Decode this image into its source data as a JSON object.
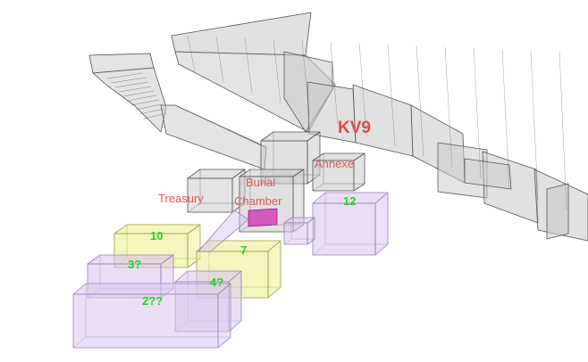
{
  "diagram": {
    "title": "KV9",
    "rooms": {
      "annexe": "Annexe",
      "treasury": "Treasury",
      "burial_chamber_line1": "Burial",
      "burial_chamber_line2": "Chamber"
    },
    "chambers": {
      "c12": "12",
      "c10": "10",
      "c7": "7",
      "c3": "3?",
      "c4": "4?",
      "c2": "2??"
    },
    "colors": {
      "structure_fill": "#c9c9c9",
      "structure_stroke": "#555555",
      "yellow_fill": "#f1ef9a",
      "yellow_stroke": "#9c9b4a",
      "purple_fill": "#dcc6ef",
      "purple_stroke": "#9a7fb8",
      "sarcophagus": "#d43fbd",
      "room_label": "#e05a55",
      "tomb_label": "#e24a44",
      "number_label": "#22d61e"
    }
  }
}
